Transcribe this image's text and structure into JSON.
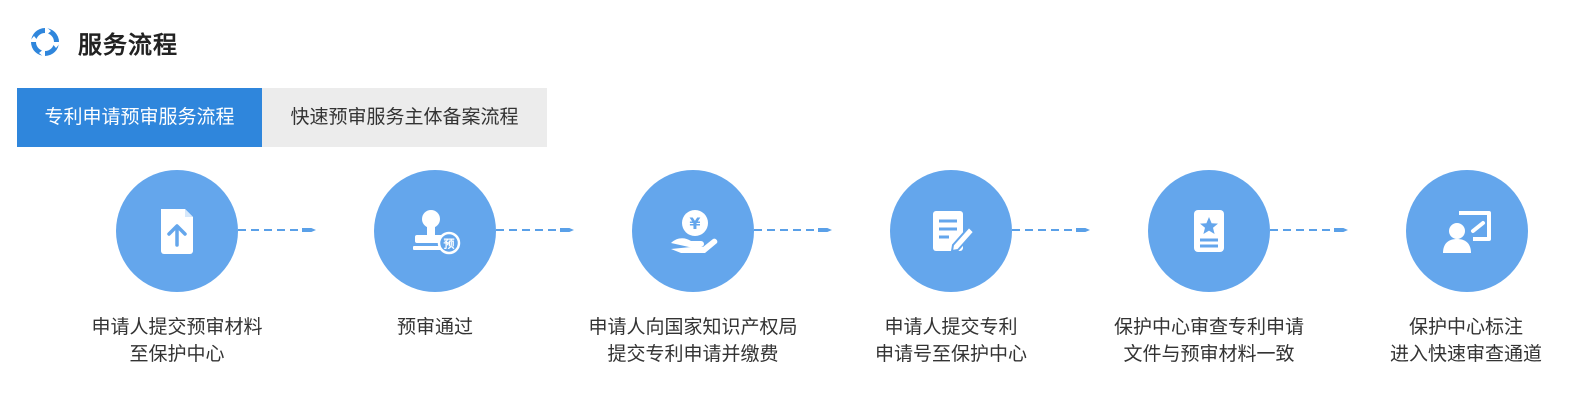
{
  "header": {
    "title": "服务流程",
    "icon": "refresh-cycle-icon"
  },
  "tabs": [
    {
      "label": "专利申请预审服务流程",
      "active": true
    },
    {
      "label": "快速预审服务主体备案流程",
      "active": false
    }
  ],
  "colors": {
    "accent": "#2f86dc",
    "circle": "#64a6ec",
    "arrow": "#5aa0e8",
    "tab_inactive": "#ececec"
  },
  "steps": [
    {
      "icon": "upload-file-icon",
      "line1": "申请人提交预审材料",
      "line2": "至保护中心"
    },
    {
      "icon": "pre-review-stamp-icon",
      "line1": "预审通过",
      "line2": ""
    },
    {
      "icon": "hand-yen-icon",
      "line1": "申请人向国家知识产权局",
      "line2": "提交专利申请并缴费"
    },
    {
      "icon": "edit-document-icon",
      "line1": "申请人提交专利",
      "line2": "申请号至保护中心"
    },
    {
      "icon": "star-document-icon",
      "line1": "保护中心审查专利申请",
      "line2": "文件与预审材料一致"
    },
    {
      "icon": "user-screen-icon",
      "line1": "保护中心标注",
      "line2": "进入快速审查通道"
    }
  ]
}
